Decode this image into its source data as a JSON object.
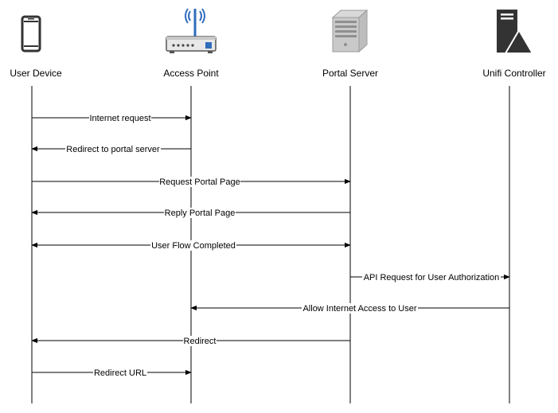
{
  "participants": [
    {
      "id": "user",
      "label": "User Device",
      "icon": "smartphone-icon"
    },
    {
      "id": "ap",
      "label": "Access Point",
      "icon": "router-icon"
    },
    {
      "id": "portal",
      "label": "Portal Server",
      "icon": "server-tower-icon"
    },
    {
      "id": "unifi",
      "label": "Unifi Controller",
      "icon": "controller-server-icon"
    }
  ],
  "messages": [
    {
      "label": "Internet request",
      "from": "user",
      "to": "ap",
      "bidirectional": false
    },
    {
      "label": "Redirect to portal server",
      "from": "ap",
      "to": "user",
      "bidirectional": false
    },
    {
      "label": "Request Portal Page",
      "from": "user",
      "to": "portal",
      "bidirectional": false
    },
    {
      "label": "Reply Portal Page",
      "from": "portal",
      "to": "user",
      "bidirectional": false
    },
    {
      "label": "User Flow Completed",
      "from": "user",
      "to": "portal",
      "bidirectional": true
    },
    {
      "label": "API Request for User Authorization",
      "from": "portal",
      "to": "unifi",
      "bidirectional": false
    },
    {
      "label": "Allow Internet Access to User",
      "from": "unifi",
      "to": "ap",
      "bidirectional": false
    },
    {
      "label": "Redirect",
      "from": "portal",
      "to": "user",
      "bidirectional": false
    },
    {
      "label": "Redirect URL",
      "from": "user",
      "to": "ap",
      "bidirectional": false
    }
  ],
  "colors": {
    "icon_dark": "#333333",
    "icon_gray": "#999999",
    "router_blue": "#2f6dbd",
    "line": "#000000"
  }
}
